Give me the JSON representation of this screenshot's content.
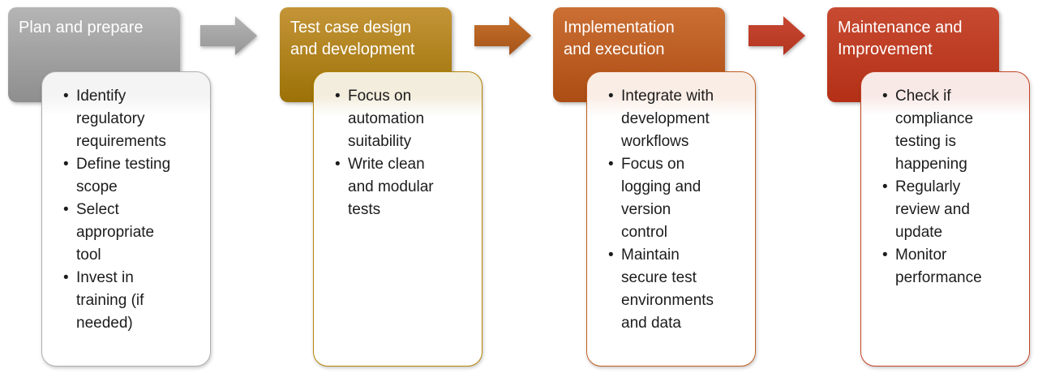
{
  "diagram": {
    "background_color": "#FFFFFF",
    "text_color": "#1C1C1C",
    "title_text_color": "#FFFFFF",
    "bullet_glyph": "•",
    "stages": [
      {
        "id": "plan-and-prepare",
        "title": "Plan and prepare",
        "bullets": [
          "Identify regulatory requirements",
          "Define testing scope",
          "Select appropriate tool",
          "Invest in training (if needed)"
        ],
        "colors": {
          "header_gradient_top": "#B5B5B5",
          "header_gradient_bottom": "#8E8E8E",
          "card_border": "#AEAEAE",
          "card_tint": "#F4F4F4"
        }
      },
      {
        "id": "test-case-design-and-development",
        "title": "Test case design and development",
        "bullets": [
          "Focus on automation suitability",
          "Write clean and modular tests"
        ],
        "colors": {
          "header_gradient_top": "#C49538",
          "header_gradient_bottom": "#9C7106",
          "card_border": "#B28304",
          "card_tint": "#F3EDDD"
        }
      },
      {
        "id": "implementation-and-execution",
        "title": "Implementation and execution",
        "bullets": [
          "Integrate with development workflows",
          "Focus on logging and version control",
          "Maintain secure test environments and data"
        ],
        "colors": {
          "header_gradient_top": "#CB6F34",
          "header_gradient_bottom": "#AC4D14",
          "card_border": "#C05C1E",
          "card_tint": "#FAEDE5"
        }
      },
      {
        "id": "maintenance-and-improvement",
        "title": "Maintenance and Improvement",
        "bullets": [
          "Check if compliance testing is happening",
          "Regularly review and update",
          "Monitor performance"
        ],
        "colors": {
          "header_gradient_top": "#C74A31",
          "header_gradient_bottom": "#B33016",
          "card_border": "#C34426",
          "card_tint": "#F8E9E6"
        }
      }
    ],
    "arrows": [
      {
        "id": "arrow-plan-to-design",
        "gradient_top": "#B3B3B3",
        "gradient_bottom": "#969696"
      },
      {
        "id": "arrow-design-to-implementation",
        "gradient_top": "#C7702A",
        "gradient_bottom": "#A4531A"
      },
      {
        "id": "arrow-implementation-to-maintenance",
        "gradient_top": "#C74731",
        "gradient_bottom": "#B33420"
      }
    ]
  }
}
